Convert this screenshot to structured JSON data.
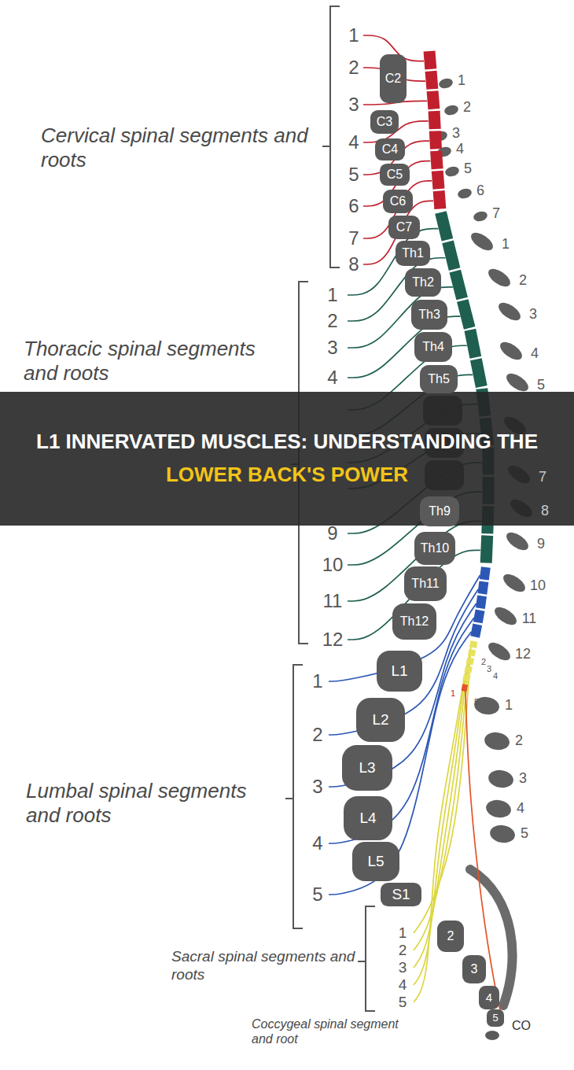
{
  "diagram": {
    "nodes": [
      {
        "text": [
          "L1 INNERVATED MUSCLES: UNDERSTANDING THE",
          "LOWER BACK'S POWER"
        ]
      },
      {
        "text": [
          "C2"
        ]
      },
      {
        "text": [
          "C3"
        ]
      },
      {
        "text": [
          "C4"
        ]
      },
      {
        "text": [
          "C5"
        ]
      },
      {
        "text": [
          "C6"
        ]
      },
      {
        "text": [
          "C7"
        ]
      },
      {
        "text": [
          "Th1"
        ]
      },
      {
        "text": [
          "Th2"
        ]
      },
      {
        "text": [
          "Th3"
        ]
      },
      {
        "text": [
          "Th4"
        ]
      },
      {
        "text": [
          "Th5"
        ]
      },
      {
        "text": [
          "Th9"
        ]
      },
      {
        "text": [
          "Th10"
        ]
      },
      {
        "text": [
          "Th11"
        ]
      },
      {
        "text": [
          "Th12"
        ]
      },
      {
        "text": [
          "L1"
        ]
      },
      {
        "text": [
          "L2"
        ]
      },
      {
        "text": [
          "L3"
        ]
      },
      {
        "text": [
          "L4"
        ]
      },
      {
        "text": [
          "L5"
        ]
      },
      {
        "text": [
          "S1"
        ]
      },
      {
        "text": [
          "2"
        ]
      },
      {
        "text": [
          "3"
        ]
      },
      {
        "text": [
          "4"
        ]
      },
      {
        "text": [
          "5"
        ]
      }
    ],
    "labels": [
      "Cervical spinal segments and roots",
      "1",
      "2",
      "3",
      "4",
      "5",
      "6",
      "7",
      "8",
      "Thoracic spinal segments and roots",
      "1",
      "2",
      "3",
      "4",
      "9",
      "10",
      "11",
      "12",
      "Lumbal spinal segments and roots",
      "1",
      "2",
      "3",
      "4",
      "5",
      "Sacral spinal segments and roots",
      "1",
      "2",
      "3",
      "4",
      "5",
      "Coccygeal spinal segment and root",
      "CO",
      "1",
      "2",
      "3",
      "4",
      "5",
      "6",
      "7",
      "1",
      "2",
      "3",
      "4",
      "5",
      "7",
      "8",
      "9",
      "10",
      "11",
      "12",
      "1",
      "2",
      "3",
      "4",
      "5",
      "2",
      "3",
      "4",
      "1",
      "5"
    ]
  }
}
